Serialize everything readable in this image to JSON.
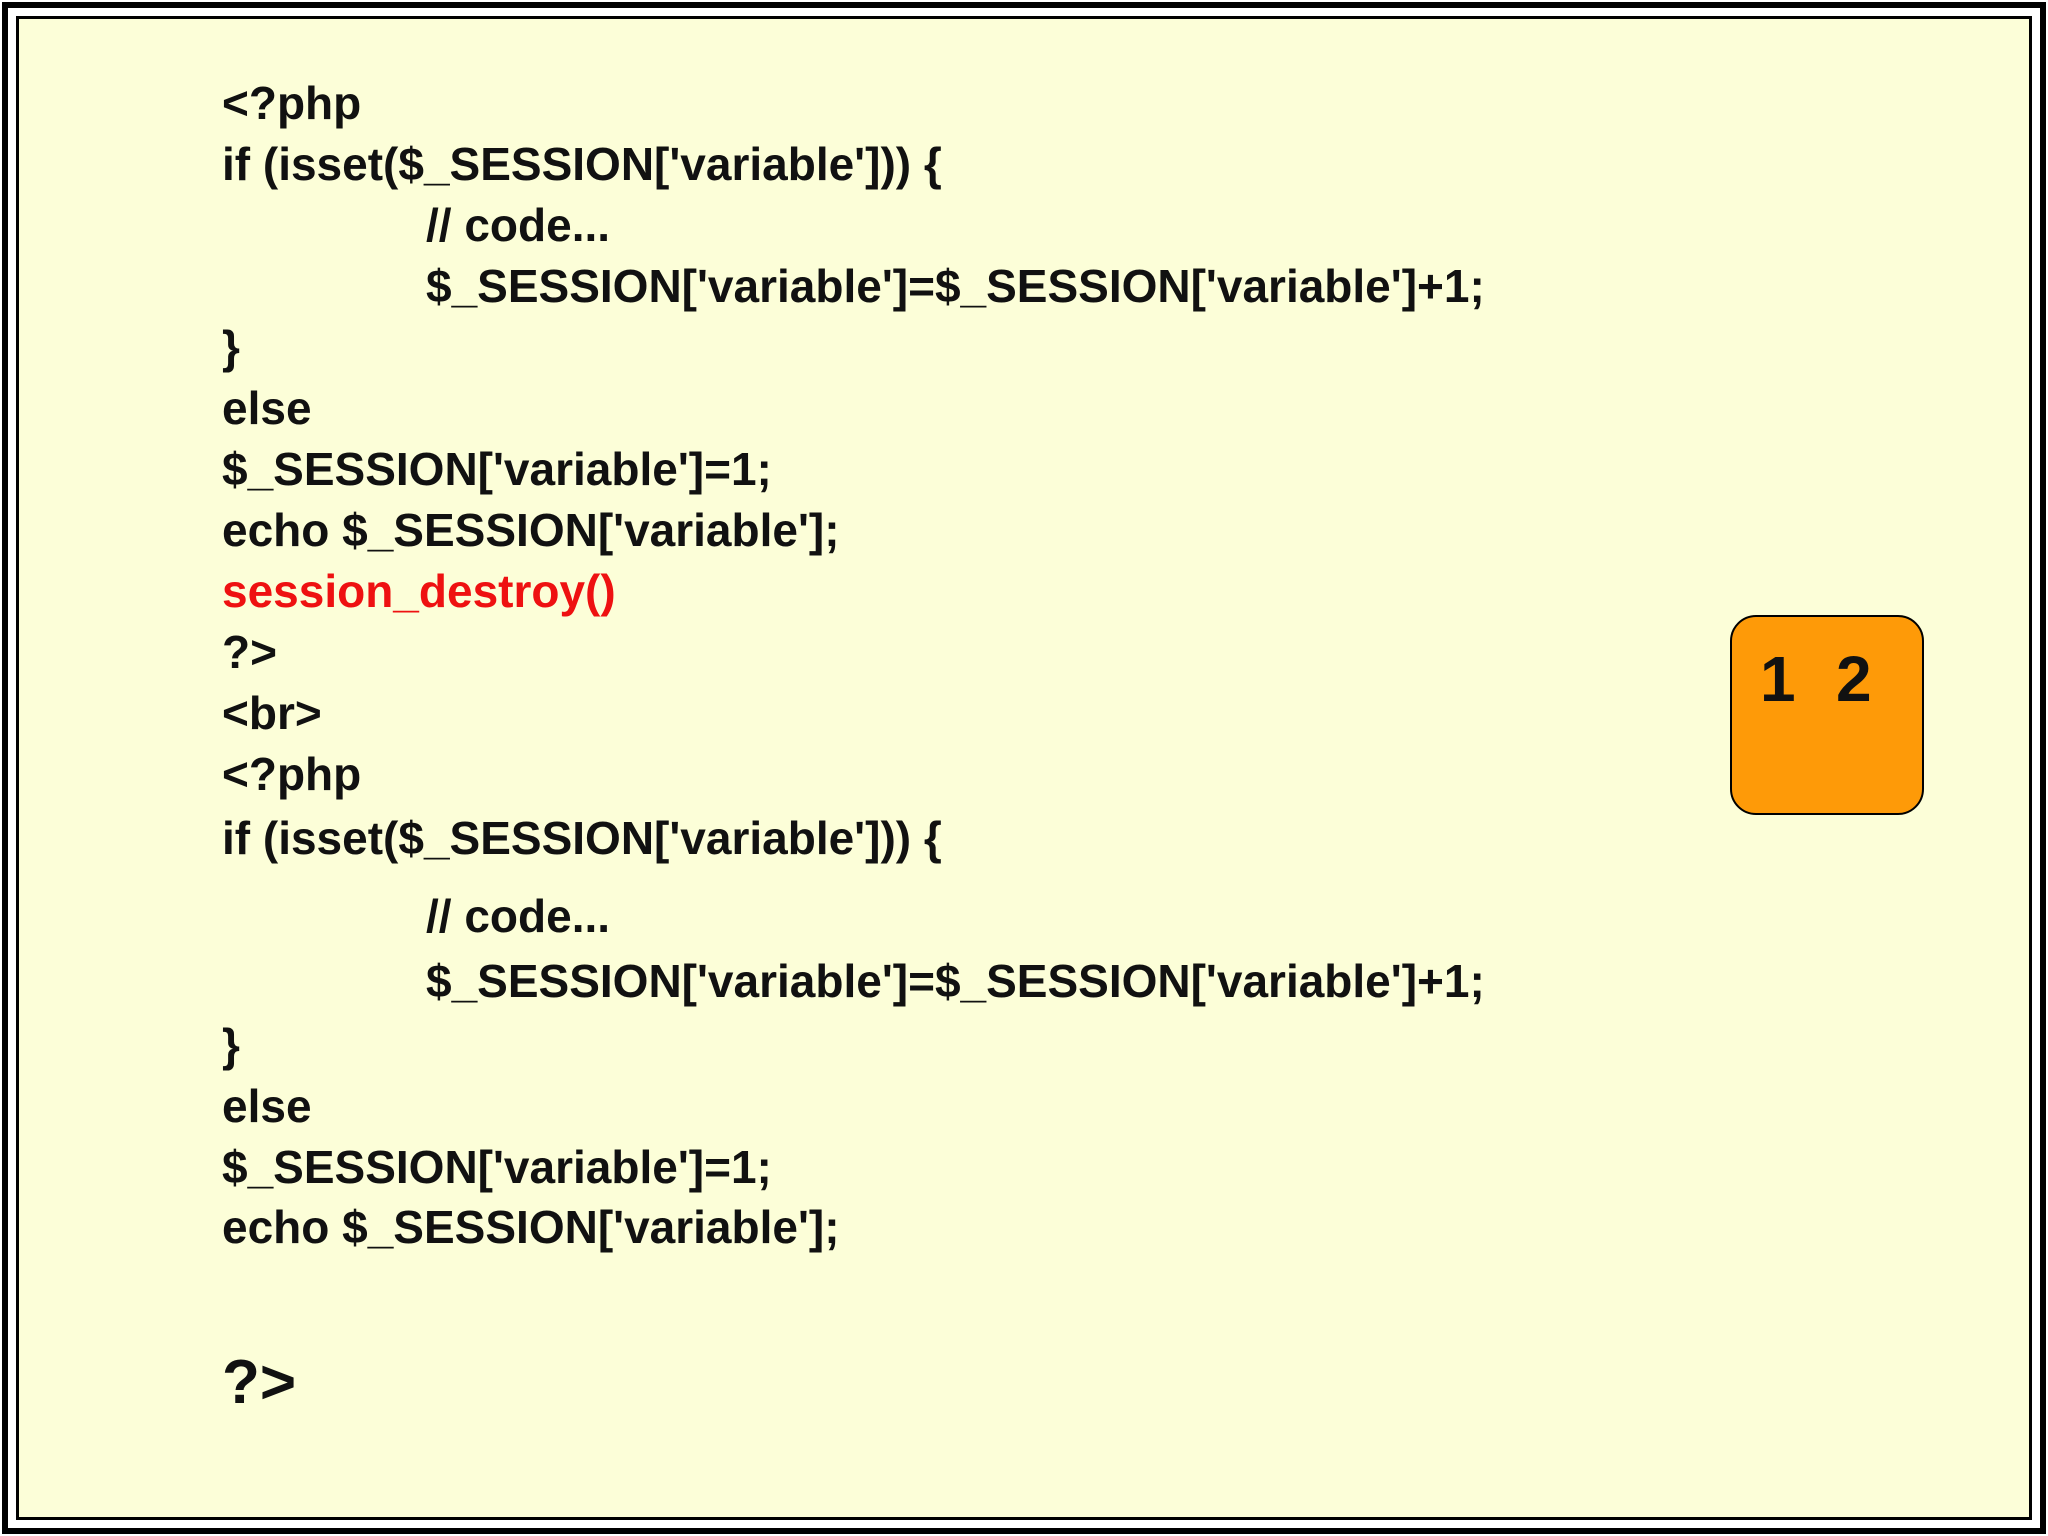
{
  "code_lines": [
    "<?php",
    "if (isset($_SESSION['variable'])) {",
    "// code...",
    "$_SESSION['variable']=$_SESSION['variable']+1;",
    "}",
    "else",
    "$_SESSION['variable']=1;",
    "echo $_SESSION['variable'];",
    "session_destroy()",
    "?>",
    "<br>",
    "<?php",
    "if (isset($_SESSION['variable'])) {",
    "// code...",
    "$_SESSION['variable']=$_SESSION['variable']+1;",
    "}",
    "else",
    "$_SESSION['variable']=1;",
    "echo $_SESSION['variable'];",
    "?>"
  ],
  "output_box": {
    "values": [
      "1",
      "2"
    ]
  },
  "colors": {
    "background": "#fcfed8",
    "highlight_text": "#ee1111",
    "output_box": "#fe9a08",
    "text": "#111111"
  }
}
